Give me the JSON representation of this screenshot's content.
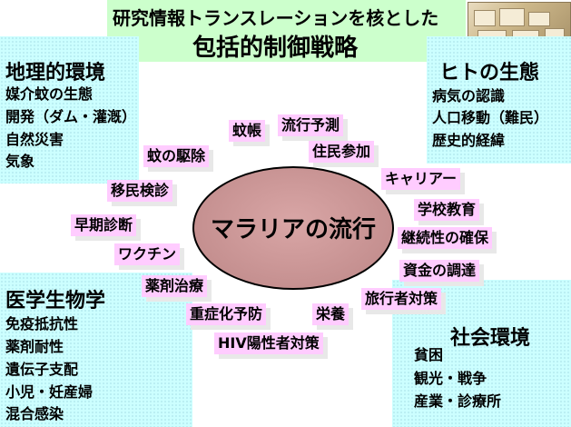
{
  "title": {
    "line1": "研究情報トランスレーションを核とした",
    "line2": "包括的制御戦略"
  },
  "center": "マラリアの流行",
  "corners": {
    "geo": {
      "title": "地理的環境",
      "items": [
        "媒介蚊の生態",
        "開発（ダム・灌漑）",
        "自然災害",
        "気象"
      ]
    },
    "human": {
      "title": "ヒトの生態",
      "items": [
        "病気の認識",
        "人口移動（難民）",
        "歴史的経緯"
      ]
    },
    "medical": {
      "title": "医学生物学",
      "items": [
        "免疫抵抗性",
        "薬剤耐性",
        "遺伝子支配",
        "小児・妊産婦",
        "混合感染"
      ]
    },
    "social": {
      "title": "社会環境",
      "items": [
        "貧困",
        "観光・戦争",
        "産業・診療所"
      ]
    }
  },
  "tags": {
    "mosquito_net": "蚊帳",
    "forecast": "流行予測",
    "resident_participation": "住民参加",
    "mosquito_control": "蚊の駆除",
    "carrier": "キャリアー",
    "migrant_screening": "移民検診",
    "school_education": "学校教育",
    "early_diagnosis": "早期診断",
    "continuity": "継続性の確保",
    "vaccine": "ワクチン",
    "funding": "資金の調達",
    "drug_treatment": "薬剤治療",
    "traveler": "旅行者対策",
    "severity_prevention": "重症化予防",
    "nutrition": "栄養",
    "hiv": "HIV陽性者対策"
  },
  "colors": {
    "title_bg": "#ccffcc",
    "corner_bg": "#ccffff",
    "tag_bg": "#ffccff",
    "ellipse_fill": "#cc9999"
  }
}
